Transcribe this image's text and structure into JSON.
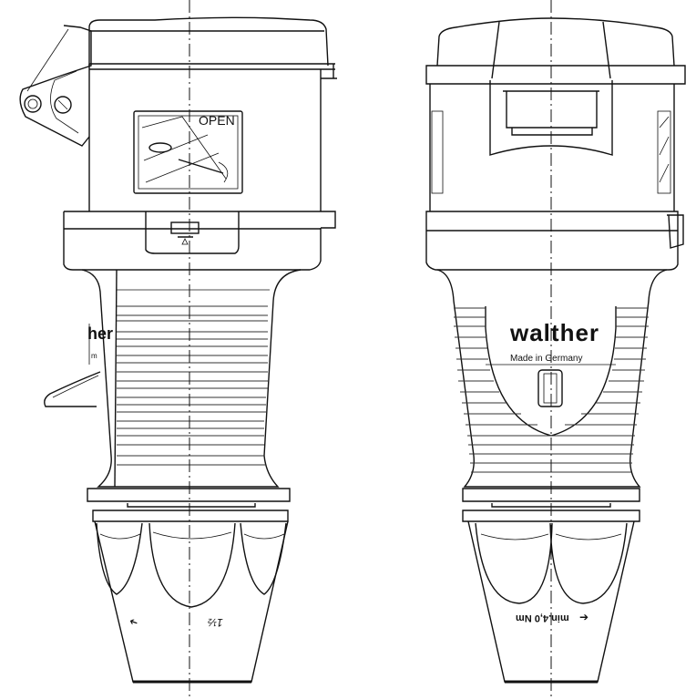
{
  "diagram": {
    "type": "technical-line-drawing",
    "subject": "CEE socket connector, two views",
    "colors": {
      "line": "#111111",
      "background": "#ffffff"
    },
    "views": [
      {
        "name": "side-view",
        "labels": {
          "open_label": "OPEN",
          "brand_partial": "her",
          "brand_sub_partial": "m",
          "torque_partial": "1½",
          "arrow": "➔"
        }
      },
      {
        "name": "front-view",
        "labels": {
          "brand": "walther",
          "origin": "Made in Germany",
          "torque": "min.4,0 Nm",
          "arrow": "➔"
        }
      }
    ]
  }
}
